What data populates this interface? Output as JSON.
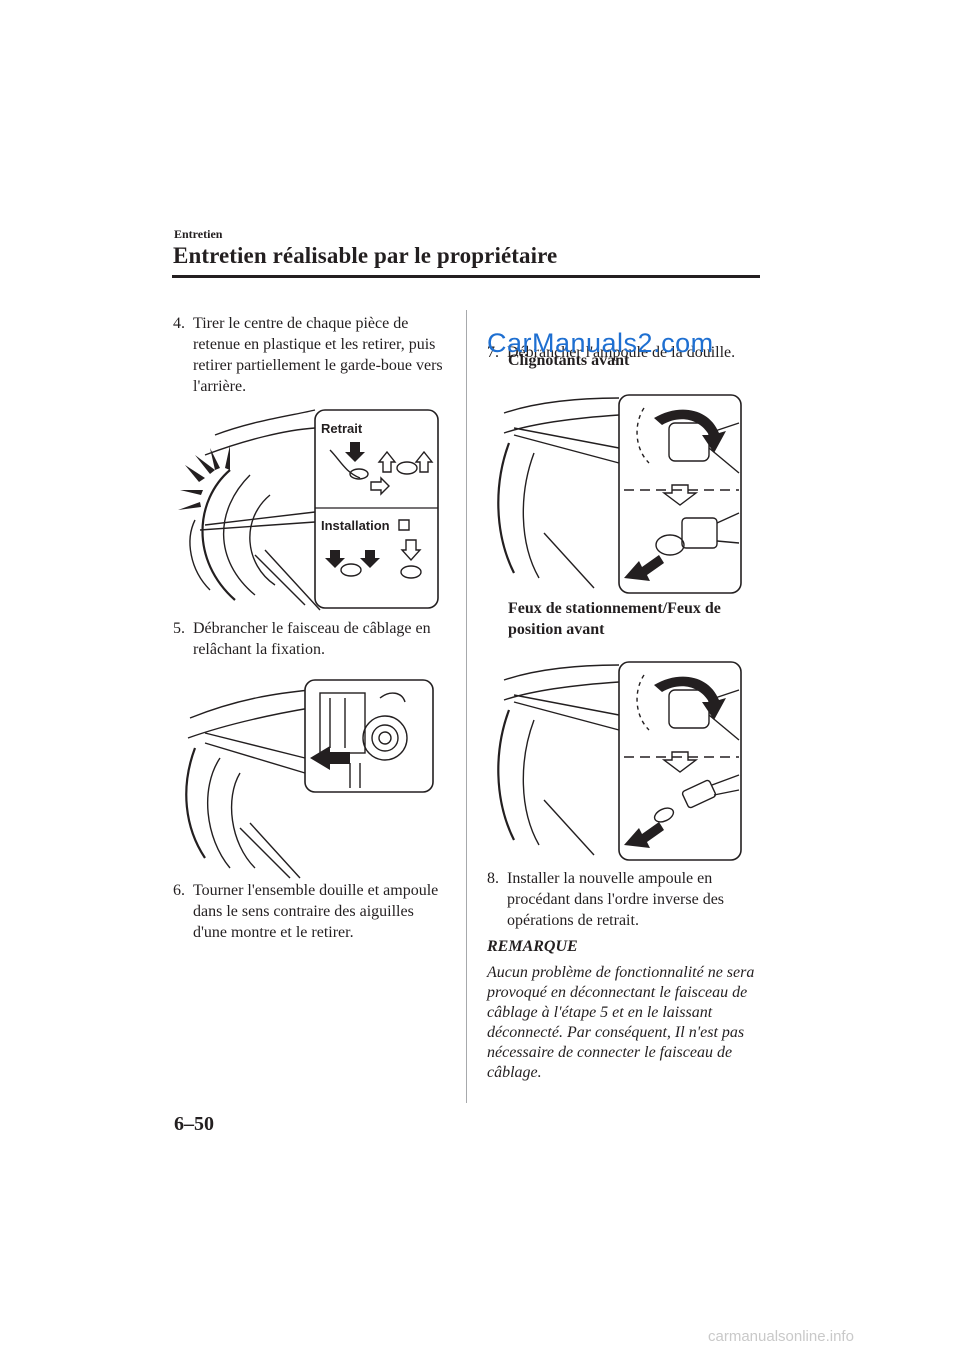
{
  "header": {
    "section": "Entretien",
    "title": "Entretien réalisable par le propriétaire"
  },
  "left_column": {
    "step4": {
      "num": "4.",
      "text": "Tirer le centre de chaque pièce de retenue en plastique et les retirer, puis retirer partiellement le garde-boue vers l'arrière."
    },
    "figure1": {
      "label_top": "Retrait",
      "label_bottom": "Installation"
    },
    "step5": {
      "num": "5.",
      "text": "Débrancher le faisceau de câblage en relâchant la fixation."
    },
    "step6": {
      "num": "6.",
      "text": "Tourner l'ensemble douille et ampoule dans le sens contraire des aiguilles d'une montre et le retirer."
    }
  },
  "right_column": {
    "step7": {
      "num": "7.",
      "text": "Débrancher l'ampoule de la douille."
    },
    "caption1": "Clignotants avant",
    "caption2": "Feux de stationnement/Feux de position avant",
    "step8": {
      "num": "8.",
      "text": "Installer la nouvelle ampoule en procédant dans l'ordre inverse des opérations de retrait."
    },
    "remarque_title": "REMARQUE",
    "remarque_text": "Aucun problème de fonctionnalité ne sera provoqué en déconnectant le faisceau de câblage à l'étape 5 et en le laissant déconnecté. Par conséquent, Il n'est pas nécessaire de connecter le faisceau de câblage."
  },
  "footer": {
    "page_number": "6–50"
  },
  "watermarks": {
    "top": "CarManuals2.com",
    "bottom": "carmanualsonline.info"
  }
}
